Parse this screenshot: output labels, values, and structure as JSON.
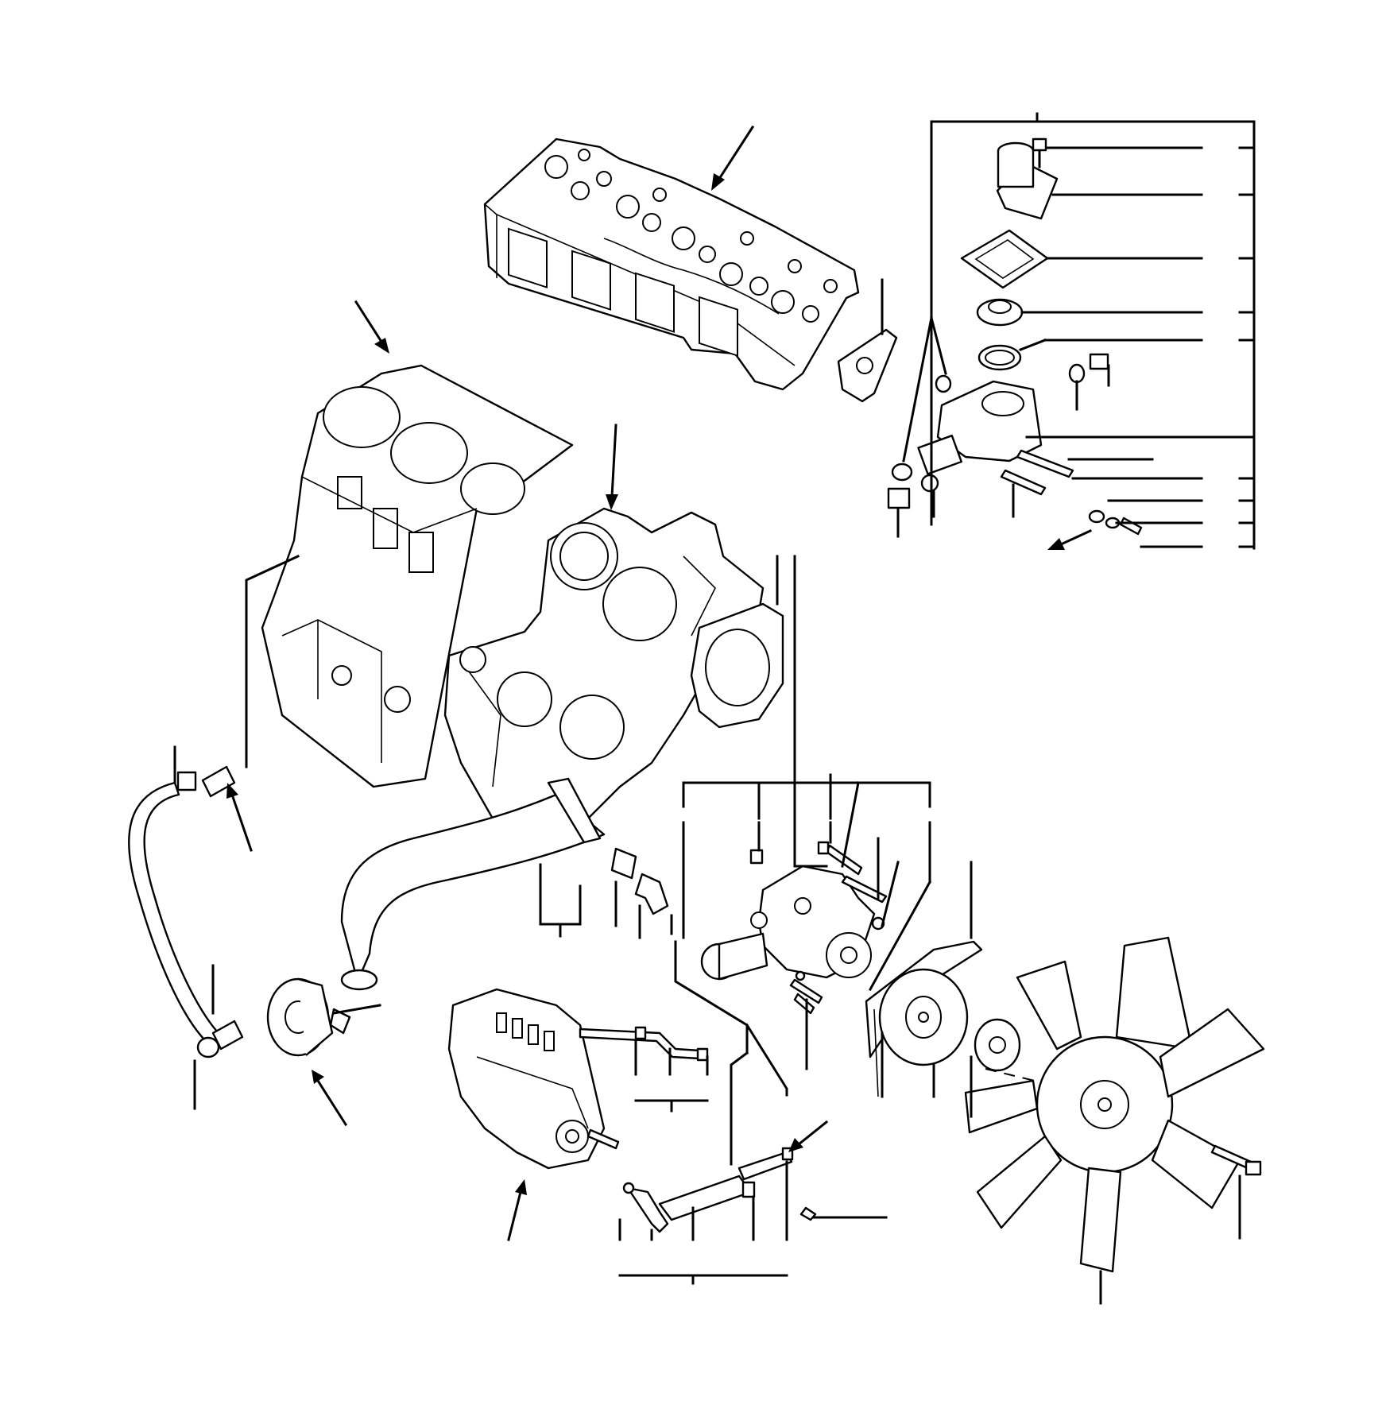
{
  "diagram": {
    "kind": "exploded-parts-view",
    "callout_labels": [],
    "stroke_color": "#000000",
    "background": "#ffffff"
  },
  "assemblies": [
    {
      "key": "cylinder-head",
      "icon": "cylinder-head-icon"
    },
    {
      "key": "cylinder-block",
      "icon": "cylinder-block-icon"
    },
    {
      "key": "gear-case",
      "icon": "gear-case-icon"
    },
    {
      "key": "thermostat-housing",
      "icon": "thermostat-icon"
    },
    {
      "key": "water-pump",
      "icon": "water-pump-icon"
    },
    {
      "key": "oil-cooler",
      "icon": "oil-cooler-icon"
    },
    {
      "key": "fuel-injection-pump",
      "icon": "injection-pump-icon"
    },
    {
      "key": "pulley",
      "icon": "pulley-icon"
    },
    {
      "key": "v-belt",
      "icon": "belt-icon"
    },
    {
      "key": "fan",
      "icon": "fan-icon"
    },
    {
      "key": "coolant-hoses",
      "icon": "hose-icon"
    }
  ]
}
